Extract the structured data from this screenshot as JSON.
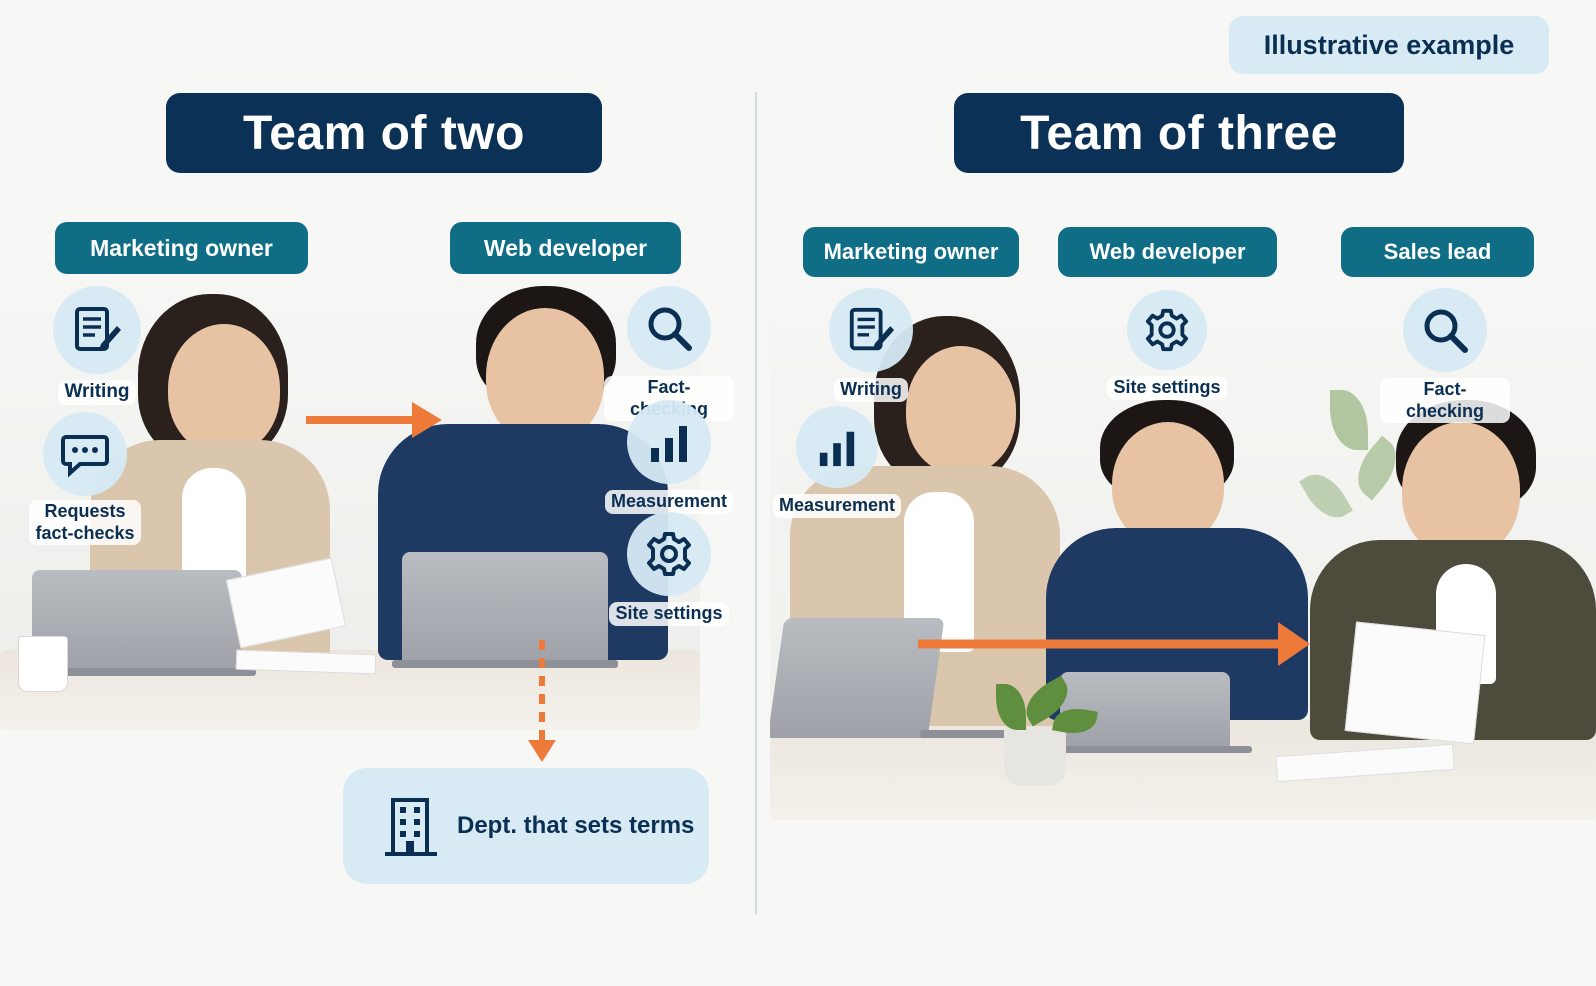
{
  "badge": "Illustrative example",
  "left": {
    "title": "Team of two",
    "roles": {
      "marketing": "Marketing owner",
      "web": "Web developer"
    },
    "tasks": {
      "writing": "Writing",
      "requests": "Requests\nfact-checks",
      "fact_checking": "Fact-checking",
      "measurement": "Measurement",
      "site_settings": "Site settings"
    },
    "dept": "Dept. that sets terms"
  },
  "right": {
    "title": "Team of three",
    "roles": {
      "marketing": "Marketing owner",
      "web": "Web developer",
      "sales": "Sales lead"
    },
    "tasks": {
      "writing": "Writing",
      "measurement": "Measurement",
      "site_settings": "Site settings",
      "fact_checking": "Fact-checking"
    }
  },
  "colors": {
    "navy": "#0c3156",
    "teal": "#0f6d86",
    "arrow": "#ee7a3a",
    "light": "#d8ebf5"
  }
}
